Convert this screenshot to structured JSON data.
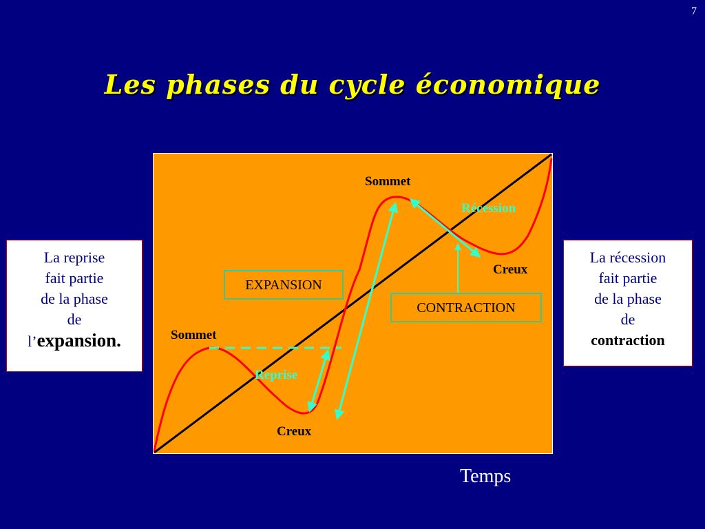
{
  "slide": {
    "number": "7",
    "title": "Les  phases du cycle économique"
  },
  "left_box": {
    "lines": [
      "La reprise",
      "fait partie",
      "de la phase",
      "de"
    ],
    "emph_prefix": "l’",
    "emph": "expansion."
  },
  "right_box": {
    "lines": [
      "La récession",
      "fait partie",
      "de la phase",
      "de"
    ],
    "emph": "contraction"
  },
  "diagram": {
    "labels": {
      "sommet_top": "Sommet",
      "sommet_left": "Sommet",
      "creux_right": "Creux",
      "creux_bottom": "Creux",
      "recession": "Récession",
      "reprise": "Reprise",
      "expansion": "EXPANSION",
      "contraction": "CONTRACTION"
    },
    "colors": {
      "panel": "#ff9900",
      "curve": "#ff0000",
      "trend": "#000000",
      "arrows": "#33ffcc",
      "phase_box": "#33cc99"
    }
  },
  "axis": {
    "xlabel": "Temps"
  }
}
